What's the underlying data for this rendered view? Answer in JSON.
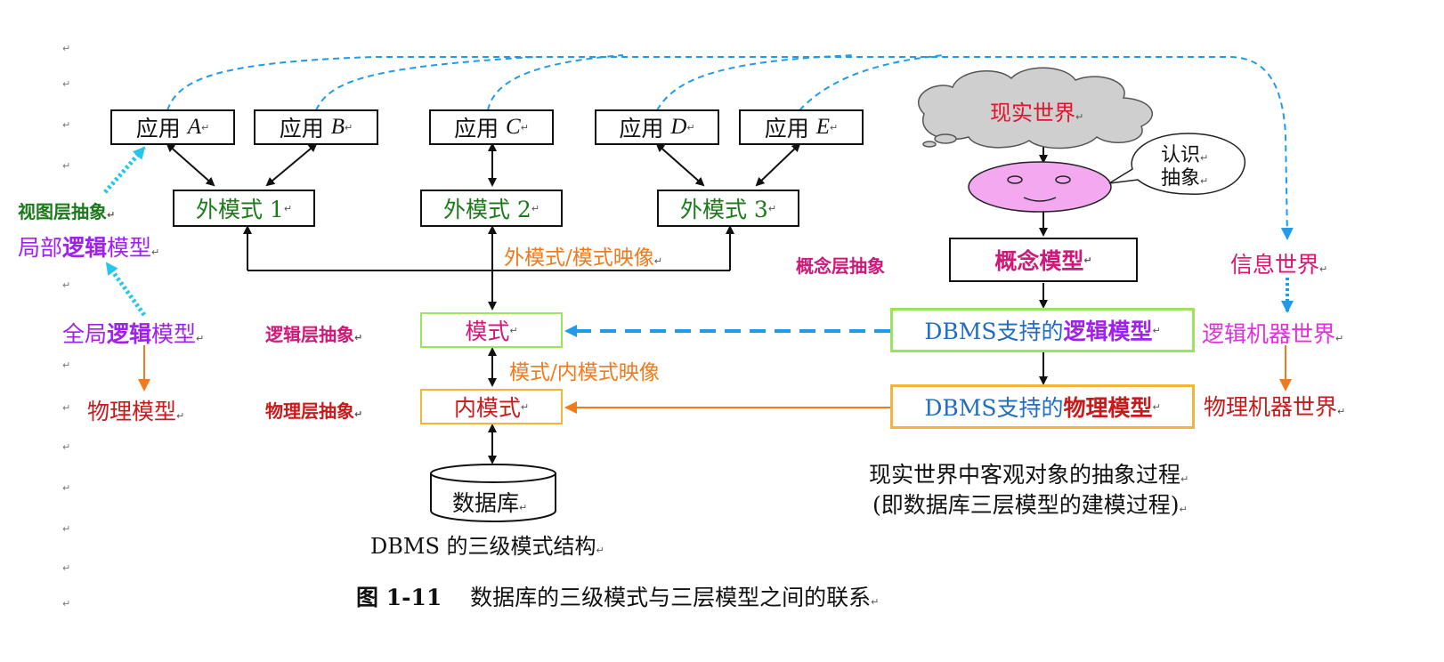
{
  "apps": {
    "a_prefix": "应用",
    "a_letter": "A",
    "b_prefix": "应用",
    "b_letter": "B",
    "c_prefix": "应用",
    "c_letter": "C",
    "d_prefix": "应用",
    "d_letter": "D",
    "e_prefix": "应用",
    "e_letter": "E"
  },
  "external": {
    "ext1": "外模式 1",
    "ext2": "外模式 2",
    "ext3": "外模式 3"
  },
  "mapping": {
    "ext_schema": "外模式/模式映像",
    "schema_internal": "模式/内模式映像"
  },
  "schema": {
    "mode": "模式",
    "inner": "内模式",
    "database": "数据库"
  },
  "left_side": {
    "view_abstraction": "视图层抽象",
    "local_prefix": "局部",
    "local_bold": "逻辑",
    "local_suffix": "模型",
    "global_prefix": "全局",
    "global_bold": "逻辑",
    "global_suffix": "模型",
    "physical_model": "物理模型"
  },
  "layers": {
    "concept_abs": "概念层抽象",
    "logic_abs": "逻辑层抽象",
    "physical_abs": "物理层抽象"
  },
  "right_side": {
    "real_world": "现实世界",
    "cognize_line1": "认识",
    "cognize_line2": "抽象",
    "concept_model": "概念模型",
    "dbms_logic_prefix": "DBMS支持的",
    "dbms_logic_bold": "逻辑模型",
    "dbms_phys_prefix": "DBMS支持的",
    "dbms_phys_bold": "物理模型",
    "info_world": "信息世界",
    "logic_machine_world": "逻辑机器世界",
    "phys_machine_world": "物理机器世界"
  },
  "captions": {
    "dbms_structure": "DBMS 的三级模式结构",
    "process_line1": "现实世界中客观对象的抽象过程",
    "process_line2": "(即数据库三层模型的建模过程)",
    "figure_label": "图 1-11",
    "figure_title": "数据库的三级模式与三层模型之间的联系"
  },
  "marks": {
    "return_mark": "↵"
  },
  "colors": {
    "blue_dashed": "#1f9be8",
    "orange_arrow": "#f07a1c",
    "green_text": "#1a7a1a",
    "magenta": "#d0187a",
    "purple": "#a020f0",
    "red": "#c81a1a",
    "face_fill": "#f3a8f0",
    "cloud_fill": "#cfcfcf"
  }
}
